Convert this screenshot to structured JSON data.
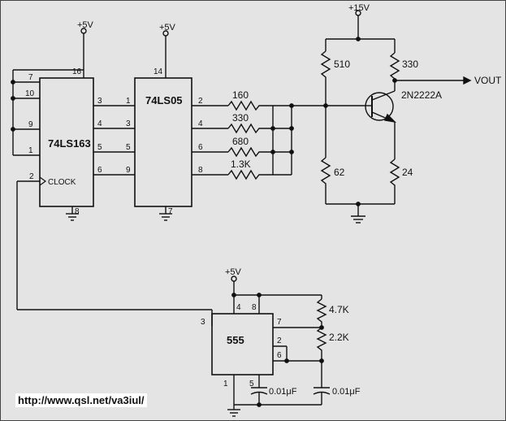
{
  "supply": {
    "plus15": "+15V",
    "plus5": "+5V"
  },
  "chips": {
    "counter": {
      "name": "74LS163",
      "clock": "CLOCK",
      "pins": {
        "p16": "16",
        "p7": "7",
        "p10": "10",
        "p9": "9",
        "p1": "1",
        "p2": "2",
        "p8": "8",
        "p3": "3",
        "p4": "4",
        "p5": "5",
        "p6": "6"
      }
    },
    "inverter": {
      "name": "74LS05",
      "pins": {
        "p14": "14",
        "p1": "1",
        "p3": "3",
        "p5": "5",
        "p9": "9",
        "p7": "7",
        "p2": "2",
        "p4": "4",
        "p6": "6",
        "p8": "8"
      }
    },
    "timer": {
      "name": "555",
      "pins": {
        "p4": "4",
        "p8": "8",
        "p7": "7",
        "p2": "2",
        "p6": "6",
        "p3": "3",
        "p1": "1",
        "p5": "5"
      }
    }
  },
  "resistors": {
    "r160": "160",
    "r330a": "330",
    "r680": "680",
    "r1k3": "1.3K",
    "r510": "510",
    "r330b": "330",
    "r62": "62",
    "r24": "24",
    "r4k7": "4.7K",
    "r2k2": "2.2K"
  },
  "capacitors": {
    "c1": "0.01μF",
    "c2": "0.01μF"
  },
  "transistor": "2N2222A",
  "output": "VOUT",
  "url": "http://www.qsl.net/va3iul/"
}
